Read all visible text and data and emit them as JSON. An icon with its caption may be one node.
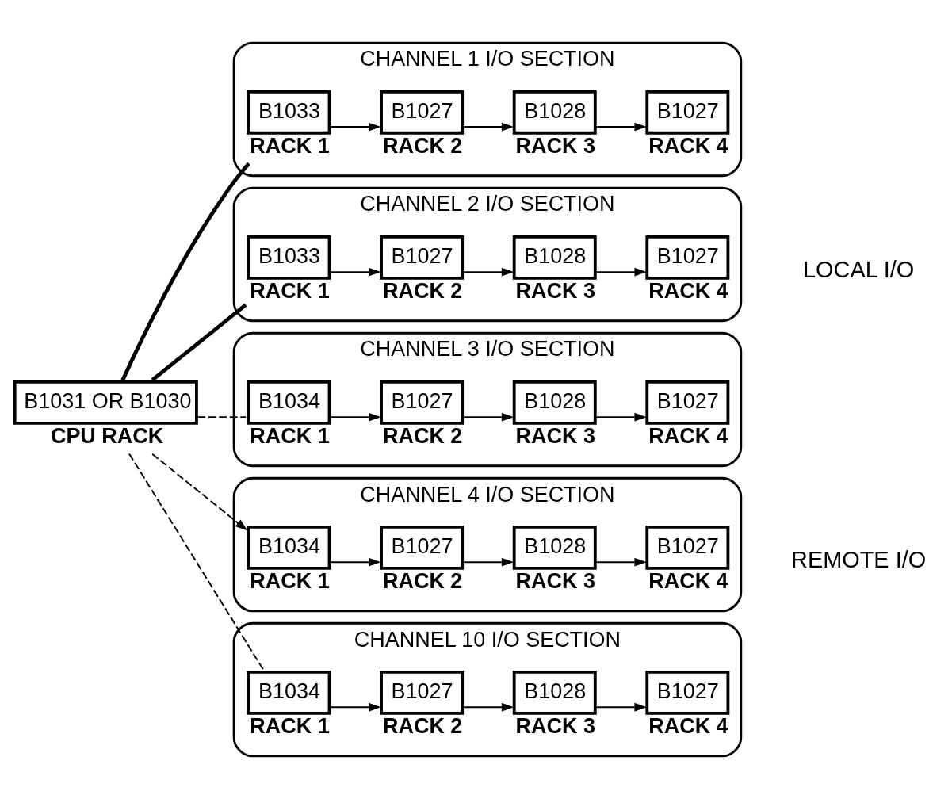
{
  "diagram": {
    "nodes": [
      {
        "text": [
          "B1031 OR B1030"
        ],
        "beside": [
          "CPU RACK"
        ]
      },
      {
        "text": [
          "CHANNEL 1 I/O SECTION"
        ]
      },
      {
        "text": [
          "B1033"
        ],
        "beside": [
          "RACK 1"
        ],
        "in": 1
      },
      {
        "text": [
          "B1027"
        ],
        "beside": [
          "RACK 2"
        ],
        "in": 1
      },
      {
        "text": [
          "B1028"
        ],
        "beside": [
          "RACK 3"
        ],
        "in": 1
      },
      {
        "text": [
          "B1027"
        ],
        "beside": [
          "RACK 4"
        ],
        "in": 1
      },
      {
        "text": [
          "CHANNEL 2 I/O SECTION"
        ]
      },
      {
        "text": [
          "B1033"
        ],
        "beside": [
          "RACK 1"
        ],
        "in": 6
      },
      {
        "text": [
          "B1027"
        ],
        "beside": [
          "RACK 2"
        ],
        "in": 6
      },
      {
        "text": [
          "B1028"
        ],
        "beside": [
          "RACK 3"
        ],
        "in": 6
      },
      {
        "text": [
          "B1027"
        ],
        "beside": [
          "RACK 4"
        ],
        "in": 6
      },
      {
        "text": [
          "CHANNEL 3 I/O SECTION"
        ]
      },
      {
        "text": [
          "B1034"
        ],
        "beside": [
          "RACK 1"
        ],
        "in": 11
      },
      {
        "text": [
          "B1027"
        ],
        "beside": [
          "RACK 2"
        ],
        "in": 11
      },
      {
        "text": [
          "B1028"
        ],
        "beside": [
          "RACK 3"
        ],
        "in": 11
      },
      {
        "text": [
          "B1027"
        ],
        "beside": [
          "RACK 4"
        ],
        "in": 11
      },
      {
        "text": [
          "CHANNEL 4 I/O SECTION"
        ]
      },
      {
        "text": [
          "B1034"
        ],
        "beside": [
          "RACK 1"
        ],
        "in": 16
      },
      {
        "text": [
          "B1027"
        ],
        "beside": [
          "RACK 2"
        ],
        "in": 16
      },
      {
        "text": [
          "B1028"
        ],
        "beside": [
          "RACK 3"
        ],
        "in": 16
      },
      {
        "text": [
          "B1027"
        ],
        "beside": [
          "RACK 4"
        ],
        "in": 16
      },
      {
        "text": [
          "CHANNEL 10 I/O SECTION"
        ]
      },
      {
        "text": [
          "B1034"
        ],
        "beside": [
          "RACK 1"
        ],
        "in": 21
      },
      {
        "text": [
          "B1027"
        ],
        "beside": [
          "RACK 2"
        ],
        "in": 21
      },
      {
        "text": [
          "B1028"
        ],
        "beside": [
          "RACK 3"
        ],
        "in": 21
      },
      {
        "text": [
          "B1027"
        ],
        "beside": [
          "RACK 4"
        ],
        "in": 21
      }
    ],
    "edges": [
      {
        "from": 0,
        "to": 2,
        "arrow": "none",
        "style": "thick"
      },
      {
        "from": 2,
        "to": 3,
        "arrow": "to"
      },
      {
        "from": 3,
        "to": 4,
        "arrow": "to"
      },
      {
        "from": 4,
        "to": 5,
        "arrow": "to"
      },
      {
        "from": 0,
        "to": 7,
        "arrow": "none",
        "style": "thick"
      },
      {
        "from": 7,
        "to": 8,
        "arrow": "to"
      },
      {
        "from": 8,
        "to": 9,
        "arrow": "to"
      },
      {
        "from": 9,
        "to": 10,
        "arrow": "to"
      },
      {
        "from": 0,
        "to": 12,
        "arrow": "none",
        "style": "dashed"
      },
      {
        "from": 12,
        "to": 13,
        "arrow": "to"
      },
      {
        "from": 13,
        "to": 14,
        "arrow": "to"
      },
      {
        "from": 14,
        "to": 15,
        "arrow": "to"
      },
      {
        "from": 0,
        "to": 17,
        "arrow": "to",
        "style": "dashed"
      },
      {
        "from": 17,
        "to": 18,
        "arrow": "to"
      },
      {
        "from": 18,
        "to": 19,
        "arrow": "to"
      },
      {
        "from": 19,
        "to": 20,
        "arrow": "to"
      },
      {
        "from": 0,
        "to": 22,
        "arrow": "none",
        "style": "dashed"
      },
      {
        "from": 22,
        "to": 23,
        "arrow": "to"
      },
      {
        "from": 23,
        "to": 24,
        "arrow": "to"
      },
      {
        "from": 24,
        "to": 25,
        "arrow": "to"
      }
    ],
    "labels": [
      "LOCAL I/O",
      "REMOTE I/O"
    ]
  }
}
